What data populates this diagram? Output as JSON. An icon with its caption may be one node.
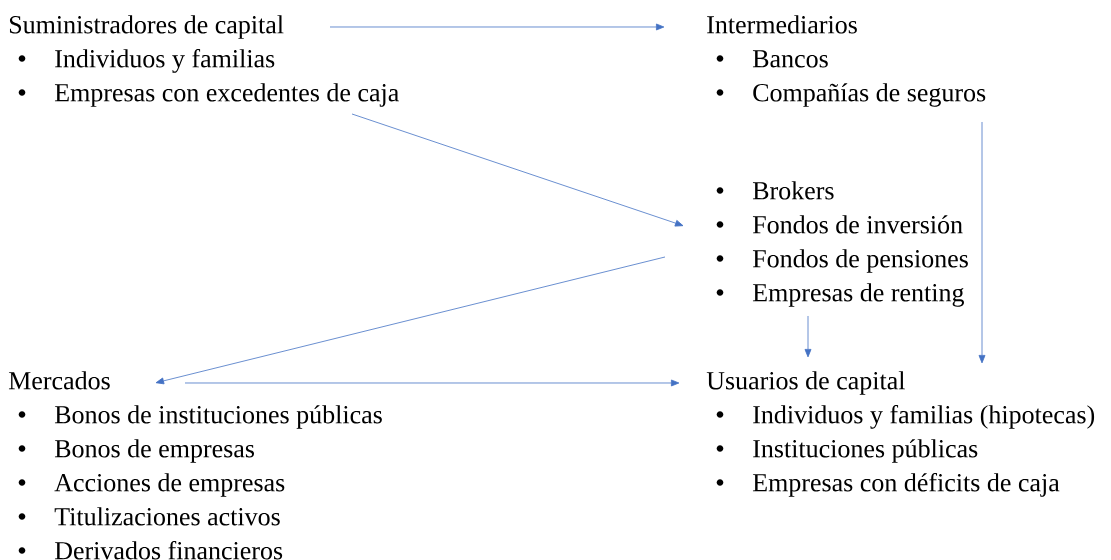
{
  "diagram": {
    "nodes": [
      {
        "text": [
          "Suministradores de capital",
          "Individuos y familias",
          "Empresas con excedentes de caja"
        ]
      },
      {
        "text": [
          "Intermediarios",
          "Bancos",
          "Compañías de seguros"
        ]
      },
      {
        "text": [
          "Brokers",
          "Fondos de inversión",
          "Fondos de pensiones",
          "Empresas de renting"
        ]
      },
      {
        "text": [
          "Mercados",
          "Bonos de instituciones públicas",
          "Bonos de empresas",
          "Acciones de empresas",
          "Titulizaciones activos",
          "Derivados financieros"
        ]
      },
      {
        "text": [
          "Usuarios de capital",
          "Individuos y familias (hipotecas)",
          "Instituciones públicas",
          "Empresas con déficits de caja"
        ]
      }
    ],
    "edges": [
      {
        "from": 0,
        "to": 1,
        "arrow": "to"
      },
      {
        "from": 0,
        "to": 2,
        "arrow": "to"
      },
      {
        "from": 2,
        "to": 3,
        "arrow": "to"
      },
      {
        "from": 3,
        "to": 4,
        "arrow": "to"
      },
      {
        "from": 2,
        "to": 4,
        "arrow": "to"
      },
      {
        "from": 1,
        "to": 4,
        "arrow": "to"
      }
    ]
  }
}
